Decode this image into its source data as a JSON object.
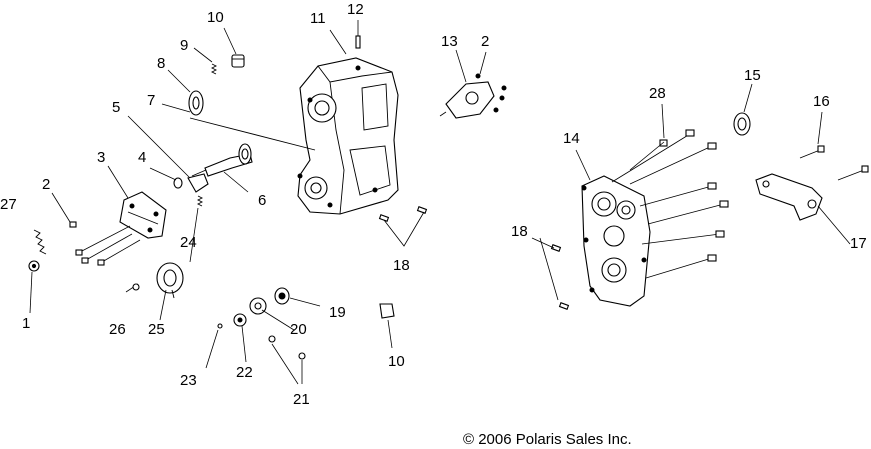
{
  "callouts": [
    "1",
    "2",
    "3",
    "4",
    "5",
    "6",
    "7",
    "8",
    "9",
    "10",
    "11",
    "12",
    "13",
    "2",
    "14",
    "15",
    "16",
    "17",
    "18",
    "18",
    "19",
    "20",
    "21",
    "22",
    "23",
    "24",
    "25",
    "26",
    "27",
    "28",
    "10"
  ],
  "copyright": "© 2006 Polaris Sales Inc."
}
